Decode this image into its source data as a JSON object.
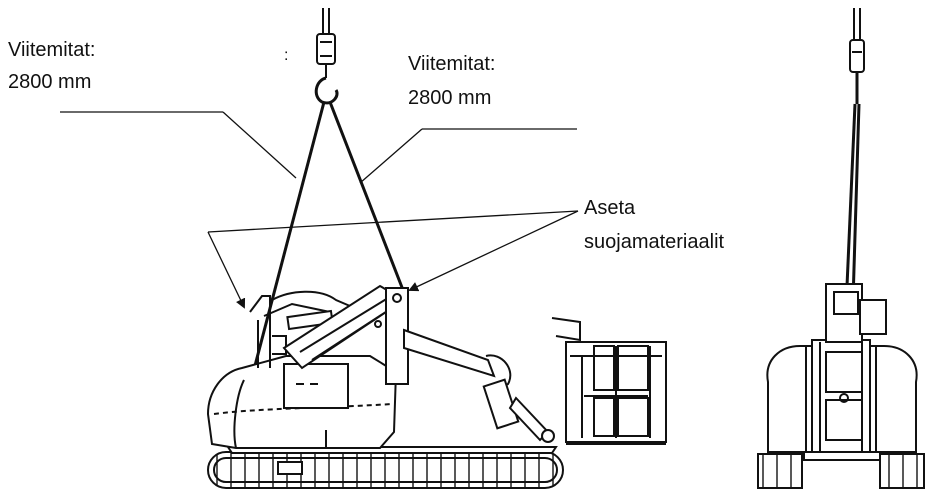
{
  "labels": {
    "sling_left_line1": "Viitemitat:",
    "sling_left_line2": "2800 mm",
    "sling_right_line1": "Viitemitat:",
    "sling_right_line2": "2800 mm",
    "colon_mark": ":",
    "protect_line1": "Aseta",
    "protect_line2": "suojamateriaalit"
  },
  "colors": {
    "ink": "#111111"
  }
}
